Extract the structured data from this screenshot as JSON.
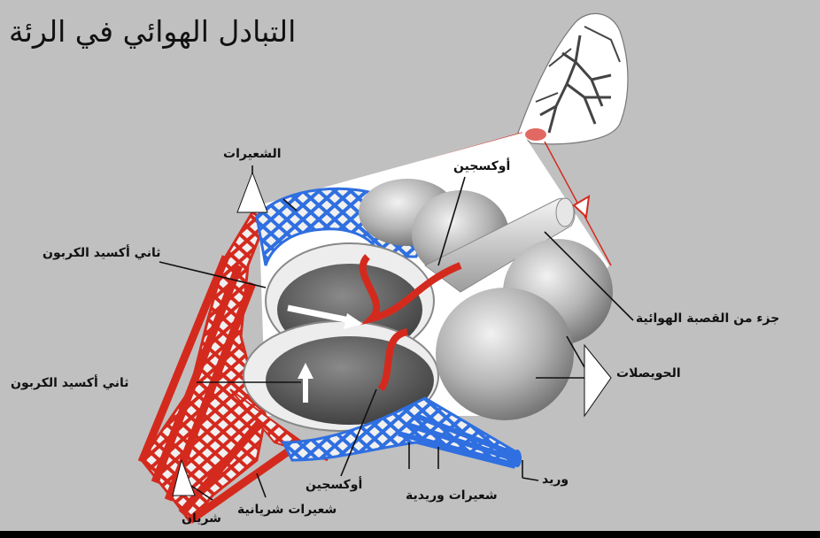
{
  "title": "التبادل الهوائي في الرئة",
  "labels": {
    "capillaries": "الشعيرات",
    "oxygen_top": "أوكسجين",
    "co2_top": "ثاني أكسيد الكربون",
    "co2_bottom": "ثاني أكسيد الكربون",
    "bronchiole_part": "جزء من القصبة الهوائية",
    "alveoli": "الحويصلات",
    "oxygen_bottom": "أوكسجين",
    "vein": "وريد",
    "venous_capillaries": "شعيرات وريدية",
    "arterial_capillaries": "شعيرات شريانية",
    "artery": "شريان"
  },
  "colors": {
    "background": "#c0c0c0",
    "artery": "#d42a1e",
    "vein": "#2f6fe0",
    "alveolus": "#9a9a9a",
    "panel": "#ffffff",
    "leader": "#111111"
  }
}
